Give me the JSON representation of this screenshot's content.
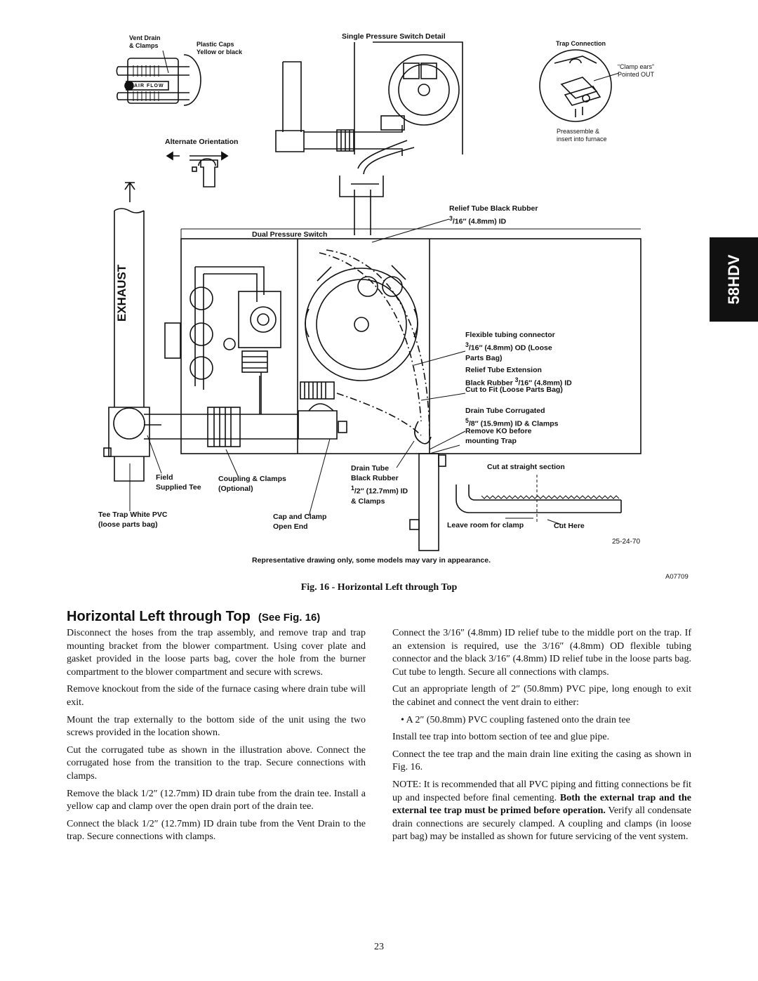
{
  "tab": {
    "label": "58HDV"
  },
  "figure": {
    "labels": {
      "vent_drain": "Vent Drain\n& Clamps",
      "plastic_caps": "Plastic  Caps\nYellow or black",
      "air_flow": "AIR FLOW",
      "single_pressure_switch": "Single Pressure Switch  Detail",
      "trap_connection": "Trap Connection",
      "clamp_ears": "“Clamp ears”\nPointed OUT",
      "preassemble": "Preassemble &\ninsert into furnace",
      "alternate_orientation": "Alternate Orientation",
      "relief_tube_black": "Relief Tube Black Rubber",
      "relief_tube_size": "16″ (4.8mm) ID",
      "dual_pressure_switch": "Dual Pressure Switch",
      "exhaust": "EXHAUST",
      "flex_connector": "Flexible tubing connector",
      "flex_size": "16″ (4.8mm) OD (Loose\nParts Bag)",
      "relief_ext_1": "Relief Tube Extension",
      "relief_ext_2": "Black Rubber",
      "relief_ext_3": "16″ (4.8mm) ID",
      "relief_ext_4": "Cut to Fit (Loose Parts Bag)",
      "drain_corrugated": "Drain Tube Corrugated",
      "drain_corrugated_size": "8″ (15.9mm) ID & Clamps",
      "remove_ko": "Remove KO before\nmounting Trap",
      "field_supplied_tee": "Field\nSupplied Tee",
      "coupling_clamps": "Coupling & Clamps\n(Optional)",
      "drain_tube": "Drain Tube\nBlack Rubber",
      "drain_tube_size": "2″ (12.7mm) ID\n& Clamps",
      "cut_straight": "Cut at straight section",
      "tee_trap": "Tee Trap White  PVC\n(loose parts bag)",
      "cap_clamp": "Cap and Clamp\nOpen End",
      "leave_room": "Leave room for clamp",
      "cut_here": "Cut Here",
      "code_1": "25-24-70",
      "representative": "Representative drawing only, some models may vary in appearance.",
      "code_2": "A07709",
      "frac_3": "3",
      "frac_5": "5",
      "frac_1": "1"
    },
    "caption": "Fig. 16 - Horizontal Left through Top"
  },
  "section": {
    "title": "Horizontal Left through Top",
    "see": "(See Fig. 16)"
  },
  "left_column": [
    "Disconnect the hoses from the trap assembly, and remove trap and trap mounting bracket from the blower compartment.  Using cover plate and gasket provided in the loose parts bag, cover the hole from the burner compartment to the blower compartment and secure with screws.",
    "Remove knockout from the side of the furnace casing where drain tube will exit.",
    "Mount the trap externally to the bottom side of the unit using the two screws provided in the location shown.",
    "Cut the corrugated tube as shown in the illustration above.  Connect the corrugated hose from the transition to the trap.   Secure connections with clamps.",
    "Remove the black 1/2″ (12.7mm) ID drain tube from the drain tee. Install a yellow cap and clamp over the open drain port of the drain tee.",
    "Connect the black 1/2″ (12.7mm) ID drain tube from the Vent Drain to the trap.  Secure connections with clamps."
  ],
  "right_column": {
    "p1": "Connect the 3/16″ (4.8mm) ID relief tube to the middle port on the trap. If an extension is required, use the 3/16″ (4.8mm) OD flexible tubing connector and the black 3/16″ (4.8mm) ID relief tube in the loose parts bag.  Cut tube to length.  Secure all connections with clamps.",
    "p2": "Cut an appropriate length of 2″ (50.8mm) PVC pipe, long enough to exit the cabinet and connect the vent drain to either:",
    "bullet": "A 2″ (50.8mm) PVC coupling fastened onto the drain tee",
    "p3": "Install tee trap into bottom section of tee and glue pipe.",
    "p4": "Connect the tee trap and the main drain line exiting the casing as shown in Fig. 16.",
    "note_label": "NOTE",
    "note_text": ":   It is recommended that all PVC piping and fitting connections be fit up and inspected before final cementing. ",
    "note_bold": "Both the external trap and the external tee trap must be primed before operation.",
    "note_tail": "  Verify all condensate drain connections are securely clamped. A coupling and clamps (in loose part bag) may be installed as shown for future servicing of the vent system."
  },
  "page_number": "23"
}
